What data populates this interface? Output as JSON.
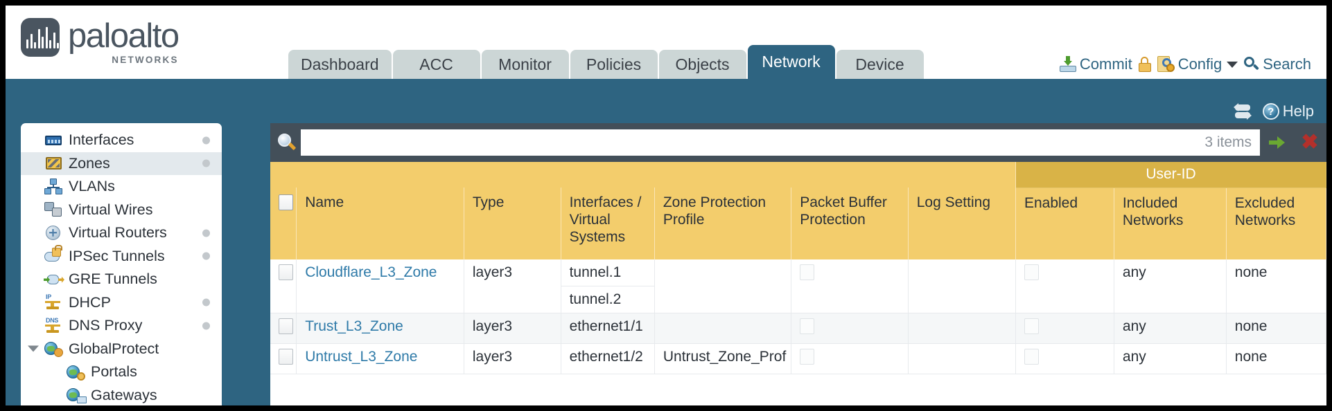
{
  "brand": {
    "name": "paloalto",
    "tagline": "NETWORKS",
    "mark_icon": "paloalto-logo-icon"
  },
  "tabs": [
    {
      "label": "Dashboard",
      "active": false
    },
    {
      "label": "ACC",
      "active": false
    },
    {
      "label": "Monitor",
      "active": false
    },
    {
      "label": "Policies",
      "active": false
    },
    {
      "label": "Objects",
      "active": false
    },
    {
      "label": "Network",
      "active": true
    },
    {
      "label": "Device",
      "active": false
    }
  ],
  "topright": {
    "commit": "Commit",
    "commit_icon": "commit-icon",
    "lock_icon": "padlock-icon",
    "config": "Config",
    "config_icon": "config-wrench-icon",
    "config_caret_icon": "chevron-down-icon",
    "search": "Search",
    "search_icon": "search-icon"
  },
  "bluebar": {
    "refresh_icon": "refresh-icon",
    "help": "Help",
    "help_icon": "help-icon"
  },
  "sidebar": {
    "items": [
      {
        "label": "Interfaces",
        "icon": "interfaces-icon",
        "selected": false,
        "child": false,
        "dot": true,
        "expander": false
      },
      {
        "label": "Zones",
        "icon": "zones-icon",
        "selected": true,
        "child": false,
        "dot": true,
        "expander": false
      },
      {
        "label": "VLANs",
        "icon": "vlans-icon",
        "selected": false,
        "child": false,
        "dot": false,
        "expander": false
      },
      {
        "label": "Virtual Wires",
        "icon": "virtual-wires-icon",
        "selected": false,
        "child": false,
        "dot": false,
        "expander": false
      },
      {
        "label": "Virtual Routers",
        "icon": "virtual-routers-icon",
        "selected": false,
        "child": false,
        "dot": true,
        "expander": false
      },
      {
        "label": "IPSec Tunnels",
        "icon": "ipsec-tunnels-icon",
        "selected": false,
        "child": false,
        "dot": true,
        "expander": false
      },
      {
        "label": "GRE Tunnels",
        "icon": "gre-tunnels-icon",
        "selected": false,
        "child": false,
        "dot": false,
        "expander": false
      },
      {
        "label": "DHCP",
        "icon": "dhcp-icon",
        "selected": false,
        "child": false,
        "dot": true,
        "expander": false
      },
      {
        "label": "DNS Proxy",
        "icon": "dns-proxy-icon",
        "selected": false,
        "child": false,
        "dot": true,
        "expander": false
      },
      {
        "label": "GlobalProtect",
        "icon": "globalprotect-icon",
        "selected": false,
        "child": false,
        "dot": false,
        "expander": true
      },
      {
        "label": "Portals",
        "icon": "portals-icon",
        "selected": false,
        "child": true,
        "dot": false,
        "expander": false
      },
      {
        "label": "Gateways",
        "icon": "gateways-icon",
        "selected": false,
        "child": true,
        "dot": false,
        "expander": false
      }
    ]
  },
  "search": {
    "value": "",
    "placeholder": "",
    "item_count": "3 items",
    "magnifier_icon": "search-filter-icon",
    "apply_icon": "apply-filter-icon",
    "clear_icon": "clear-filter-icon"
  },
  "table": {
    "group_header": {
      "label": "User-ID",
      "spans": 3
    },
    "columns": [
      "Name",
      "Type",
      "Interfaces / Virtual Systems",
      "Zone Protection Profile",
      "Packet Buffer Protection",
      "Log Setting",
      "Enabled",
      "Included Networks",
      "Excluded Networks"
    ],
    "rows": [
      {
        "selected": false,
        "name": "Cloudflare_L3_Zone",
        "type": "layer3",
        "interfaces": [
          "tunnel.1",
          "tunnel.2"
        ],
        "zone_protection_profile": "",
        "packet_buffer_protection": false,
        "log_setting": "",
        "userid_enabled": false,
        "included_networks": "any",
        "excluded_networks": "none"
      },
      {
        "selected": false,
        "name": "Trust_L3_Zone",
        "type": "layer3",
        "interfaces": [
          "ethernet1/1"
        ],
        "zone_protection_profile": "",
        "packet_buffer_protection": false,
        "log_setting": "",
        "userid_enabled": false,
        "included_networks": "any",
        "excluded_networks": "none"
      },
      {
        "selected": false,
        "name": "Untrust_L3_Zone",
        "type": "layer3",
        "interfaces": [
          "ethernet1/2"
        ],
        "zone_protection_profile": "Untrust_Zone_Prof",
        "packet_buffer_protection": false,
        "log_setting": "",
        "userid_enabled": false,
        "included_networks": "any",
        "excluded_networks": "none"
      }
    ]
  },
  "colors": {
    "brand_blue": "#2e6481",
    "table_header_gold": "#f3cd6c",
    "group_header_gold": "#d9b347",
    "search_panel": "#434f59",
    "link": "#2e7aa8",
    "tab_inactive": "#ccd6d6"
  }
}
